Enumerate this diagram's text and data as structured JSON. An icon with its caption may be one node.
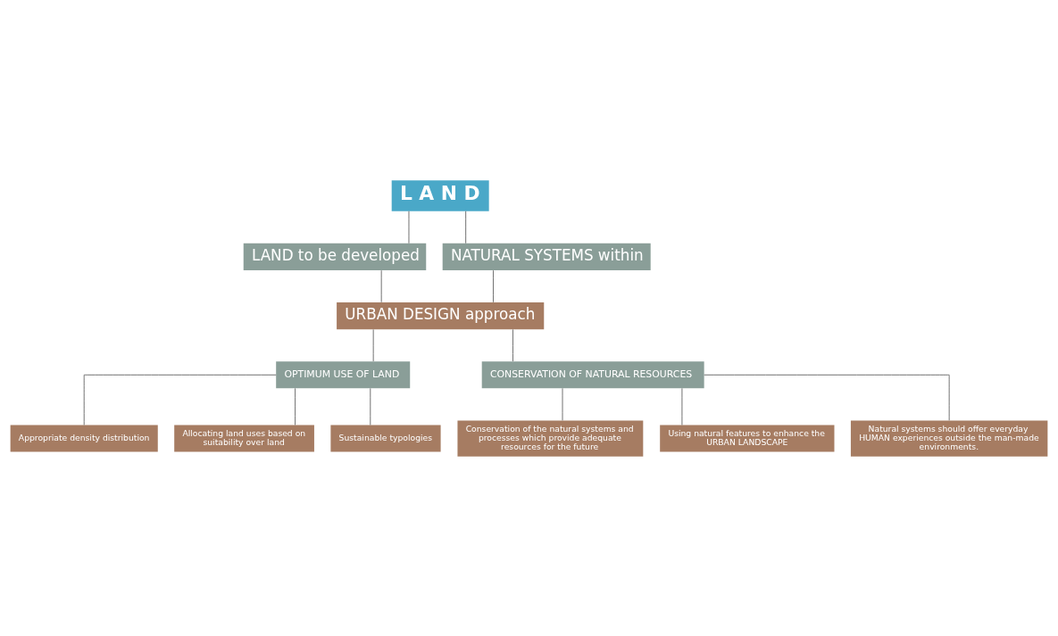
{
  "diagram": {
    "nodes": [
      {
        "text": [
          "L A N D"
        ]
      },
      {
        "text": [
          "LAND to be developed"
        ]
      },
      {
        "text": [
          "NATURAL SYSTEMS within"
        ]
      },
      {
        "text": [
          "URBAN DESIGN approach"
        ]
      },
      {
        "text": [
          "OPTIMUM USE OF LAND"
        ]
      },
      {
        "text": [
          "CONSERVATION OF NATURAL RESOURCES"
        ]
      },
      {
        "text": [
          "Appropriate density distribution"
        ]
      },
      {
        "text": [
          "Allocating land uses based on suitability over land"
        ]
      },
      {
        "text": [
          "Sustainable typologies"
        ]
      },
      {
        "text": [
          "Conservation of the natural systems and processes which provide adequate resources for the future"
        ]
      },
      {
        "text": [
          "Using natural features to enhance the URBAN LANDSCAPE"
        ]
      },
      {
        "text": [
          "Natural systems should offer everyday HUMAN experiences outside the man-made environments."
        ]
      }
    ],
    "edges": [
      {
        "from": 0,
        "to": 1,
        "arrow": "none"
      },
      {
        "from": 0,
        "to": 2,
        "arrow": "none"
      },
      {
        "from": 1,
        "to": 3,
        "arrow": "none"
      },
      {
        "from": 2,
        "to": 3,
        "arrow": "none"
      },
      {
        "from": 3,
        "to": 4,
        "arrow": "none"
      },
      {
        "from": 3,
        "to": 5,
        "arrow": "none"
      },
      {
        "from": 4,
        "to": 6,
        "arrow": "none"
      },
      {
        "from": 4,
        "to": 7,
        "arrow": "none"
      },
      {
        "from": 4,
        "to": 8,
        "arrow": "none"
      },
      {
        "from": 5,
        "to": 9,
        "arrow": "none"
      },
      {
        "from": 5,
        "to": 10,
        "arrow": "none"
      },
      {
        "from": 5,
        "to": 11,
        "arrow": "none"
      }
    ]
  }
}
